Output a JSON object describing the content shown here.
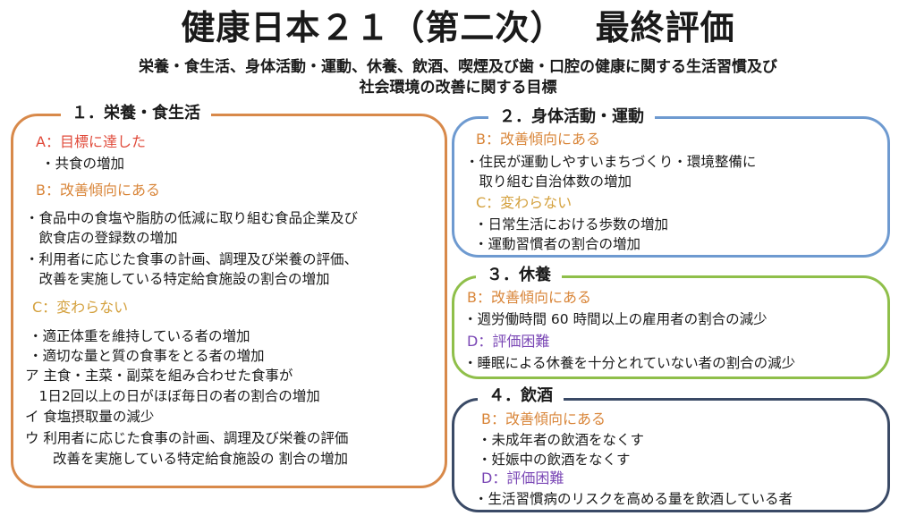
{
  "header": {
    "title": "健康日本２１（第二次）　 最終評価",
    "subtitle_line1": "栄養・食生活、身体活動・運動、休養、飲酒、喫煙及び歯・口腔の健康に関する生活習慣及び",
    "subtitle_line2": "社会環境の改善に関する目標"
  },
  "section1": {
    "title": "１．栄養・食生活",
    "a_label": "A：目標に達した",
    "a_items": [
      "・共食の増加"
    ],
    "b_label": "B：改善傾向にある",
    "b_items": [
      "・食品中の食塩や脂肪の低減に取り組む食品企業及び",
      "　飲食店の登録数の増加",
      "・利用者に応じた食事の計画、調理及び栄養の評価、",
      "　改善を実施している特定給食施設の割合の増加"
    ],
    "c_label": "C：変わらない",
    "c_items": [
      "・適正体重を維持している者の増加",
      "・適切な量と質の食事をとる者の増加",
      "ア 主食・主菜・副菜を組み合わせた食事が",
      "　1日2回以上の日がほぼ毎日の者の割合の増加",
      "イ 食塩摂取量の減少",
      "ウ 利用者に応じた食事の計画、調理及び栄養の評価",
      "　　改善を実施している特定給食施設の 割合の増加"
    ]
  },
  "section2": {
    "title": "２．身体活動・運動",
    "b_label": "B：改善傾向にある",
    "b_items": [
      "・住民が運動しやすいまちづくり・環境整備に",
      "　取り組む自治体数の増加"
    ],
    "c_label": "C：変わらない",
    "c_items": [
      "・日常生活における歩数の増加",
      "・運動習慣者の割合の増加"
    ]
  },
  "section3": {
    "title": "３．休養",
    "b_label": "B：改善傾向にある",
    "b_items": [
      "・週労働時間 60 時間以上の雇用者の割合の減少"
    ],
    "d_label": "D：評価困難",
    "d_items": [
      "・睡眠による休養を十分とれていない者の割合の減少"
    ]
  },
  "section4": {
    "title": "４．飲酒",
    "b_label": "B：改善傾向にある",
    "b_items": [
      "・未成年者の飲酒をなくす",
      "・妊娠中の飲酒をなくす"
    ],
    "d_label": "D：評価困難",
    "d_items": [
      "・生活習慣病のリスクを高める量を飲酒している者"
    ]
  },
  "colors": {
    "section1_border": "#d8894a",
    "section2_border": "#6e9ad0",
    "section3_border": "#8fbf4a",
    "section4_border": "#3a4a66",
    "a_label": "#e04a3a",
    "b_label": "#d9863a",
    "c_label": "#d4a13e",
    "d_label": "#7a47b5"
  }
}
